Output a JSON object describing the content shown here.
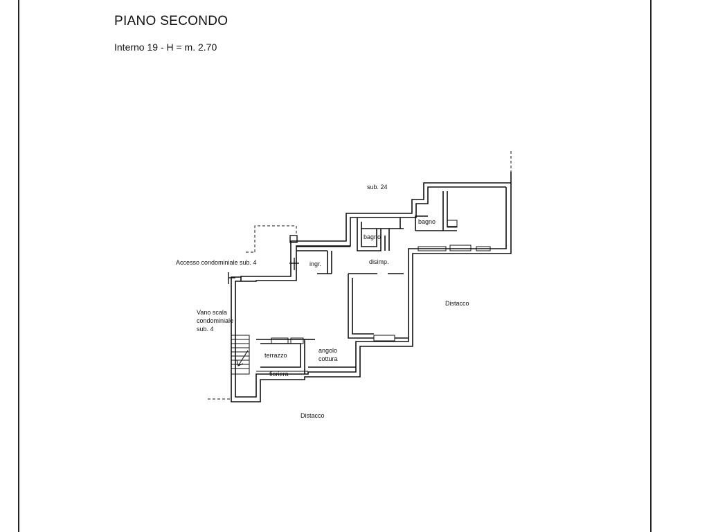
{
  "title": "PIANO SECONDO",
  "subtitle": "Interno 19 - H = m. 2.70",
  "labels": {
    "sub24": "sub. 24",
    "bagno_top": "bagno",
    "bagno_left": "bagno",
    "disimp": "disimp.",
    "ingr": "ingr.",
    "accesso": "Accesso condominiale sub. 4",
    "vano_scala_1": "Vano scala",
    "vano_scala_2": "condominiale",
    "vano_scala_3": "sub. 4",
    "distacco_right": "Distacco",
    "distacco_bottom": "Distacco",
    "terrazzo": "terrazzo",
    "fioriera": "fioriera",
    "angolo_1": "angolo",
    "angolo_2": "cottura"
  }
}
